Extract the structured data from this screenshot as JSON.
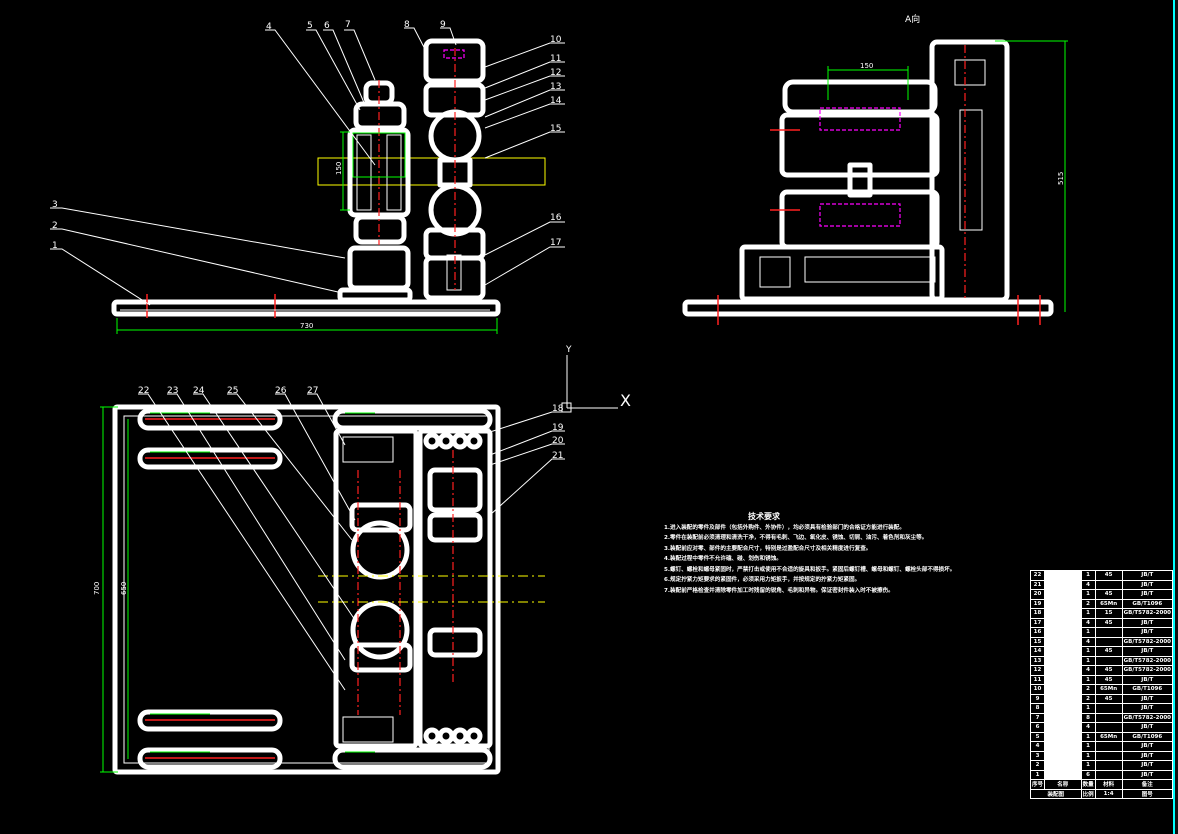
{
  "front_view": {
    "part_labels": [
      "1",
      "2",
      "3",
      "4",
      "5",
      "6",
      "7",
      "8",
      "9",
      "10",
      "11",
      "12",
      "13",
      "14",
      "15",
      "16",
      "17"
    ],
    "dim_width": "730",
    "dim_roll": "150"
  },
  "side_view": {
    "view_label": "A向",
    "dim_roll_gap": "150",
    "dim_height": "515"
  },
  "top_view": {
    "part_labels": [
      "18",
      "19",
      "20",
      "21",
      "22",
      "23",
      "24",
      "25",
      "26",
      "27"
    ],
    "dim_length": "700",
    "dim_inner": "650"
  },
  "ucs": {
    "x_label": "X",
    "y_label": "Y"
  },
  "tech_requirements": {
    "title": "技术要求",
    "items": [
      "1.进入装配的零件及部件（包括外购件、外协件），均必须具有检验部门的合格证方能进行装配。",
      "2.零件在装配前必须清理和清洗干净，不得有毛刺、飞边、氧化皮、锈蚀、切屑、油污、着色剂和灰尘等。",
      "3.装配前应对零、部件的主要配合尺寸，特别是过盈配合尺寸及相关精度进行复查。",
      "4.装配过程中零件不允许磕、碰、划伤和锈蚀。",
      "5.螺钉、螺栓和螺母紧固时，严禁打击或使用不合适的旋具和扳手。紧固后螺钉槽、螺母和螺钉、螺栓头部不得损坏。",
      "6.规定拧紧力矩要求的紧固件，必须采用力矩扳手，并按规定的拧紧力矩紧固。",
      "7.装配前严格检查并清除零件加工时残留的锐角、毛刺和异物。保证密封件装入时不被擦伤。"
    ]
  },
  "bom": {
    "rows": [
      {
        "no": "22",
        "qty": "1",
        "mat": "45",
        "std": "JB/T"
      },
      {
        "no": "21",
        "qty": "4",
        "mat": "",
        "std": "JB/T"
      },
      {
        "no": "20",
        "qty": "1",
        "mat": "45",
        "std": "JB/T"
      },
      {
        "no": "19",
        "qty": "2",
        "mat": "65Mn",
        "std": "GB/T1096"
      },
      {
        "no": "18",
        "qty": "1",
        "mat": "15",
        "std": "GB/T5782-2000"
      },
      {
        "no": "17",
        "qty": "4",
        "mat": "45",
        "std": "JB/T"
      },
      {
        "no": "16",
        "qty": "1",
        "mat": "",
        "std": "JB/T"
      },
      {
        "no": "15",
        "qty": "4",
        "mat": "",
        "std": "GB/T5782-2000"
      },
      {
        "no": "14",
        "qty": "1",
        "mat": "45",
        "std": "JB/T"
      },
      {
        "no": "13",
        "qty": "1",
        "mat": "",
        "std": "GB/T5782-2000"
      },
      {
        "no": "12",
        "qty": "4",
        "mat": "45",
        "std": "GB/T5782-2000"
      },
      {
        "no": "11",
        "qty": "1",
        "mat": "45",
        "std": "JB/T"
      },
      {
        "no": "10",
        "qty": "2",
        "mat": "65Mn",
        "std": "GB/T1096"
      },
      {
        "no": "9",
        "qty": "2",
        "mat": "45",
        "std": "JB/T"
      },
      {
        "no": "8",
        "qty": "1",
        "mat": "",
        "std": "JB/T"
      },
      {
        "no": "7",
        "qty": "8",
        "mat": "",
        "std": "GB/T5782-2000"
      },
      {
        "no": "6",
        "qty": "4",
        "mat": "",
        "std": "JB/T"
      },
      {
        "no": "5",
        "qty": "1",
        "mat": "65Mn",
        "std": "GB/T1096"
      },
      {
        "no": "4",
        "qty": "1",
        "mat": "",
        "std": "JB/T"
      },
      {
        "no": "3",
        "qty": "1",
        "mat": "",
        "std": "JB/T"
      },
      {
        "no": "2",
        "qty": "1",
        "mat": "",
        "std": "JB/T"
      },
      {
        "no": "1",
        "qty": "6",
        "mat": "",
        "std": "JB/T"
      }
    ],
    "header": {
      "no": "序号",
      "name": "名称",
      "qty": "数量",
      "mat": "材料",
      "std": "备注"
    },
    "title_row": [
      "装配图",
      "比例",
      "1:4",
      "图号"
    ]
  }
}
